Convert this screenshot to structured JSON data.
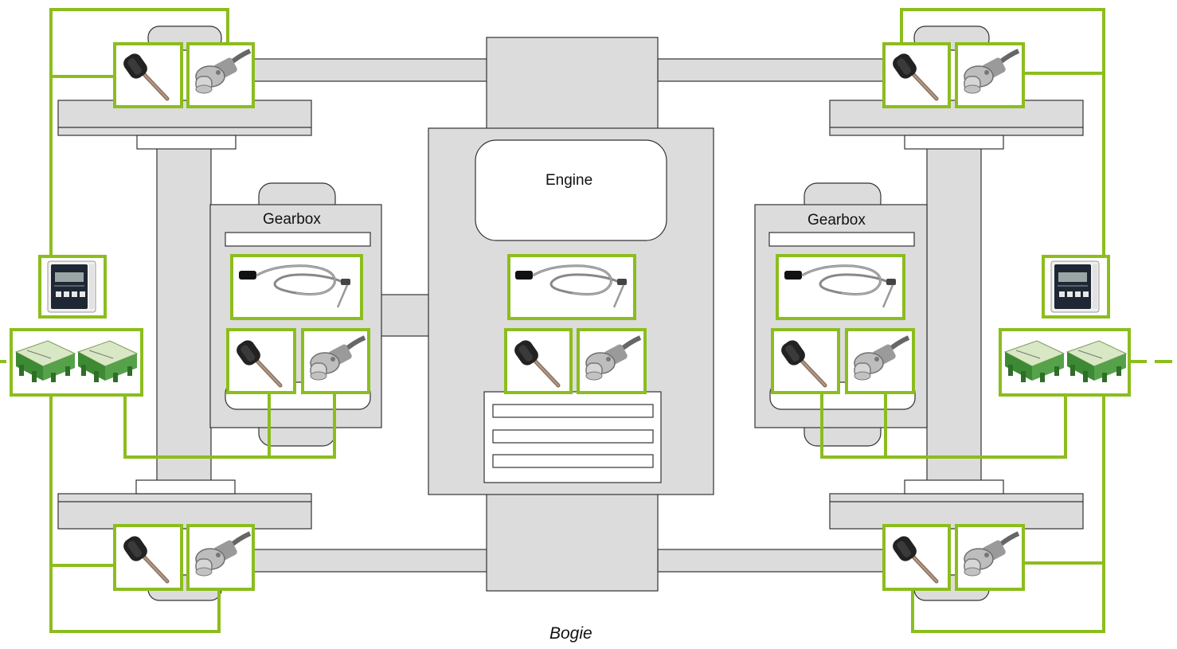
{
  "labels": {
    "engine": "Engine",
    "gearbox_left": "Gearbox",
    "gearbox_right": "Gearbox",
    "caption": "Bogie"
  },
  "colors": {
    "part_fill": "#dcdcdc",
    "outline": "#333333",
    "sensor_frame": "#8cbd1e",
    "background": "#ffffff"
  },
  "sensors": {
    "left_top_axle": [
      "temperature-probe",
      "speed-sensor"
    ],
    "left_bottom_axle": [
      "temperature-probe",
      "speed-sensor"
    ],
    "right_top_axle": [
      "temperature-probe",
      "speed-sensor"
    ],
    "right_bottom_axle": [
      "temperature-probe",
      "speed-sensor"
    ],
    "left_gearbox": [
      "cable-temperature-sensor",
      "temperature-probe",
      "speed-sensor"
    ],
    "engine": [
      "cable-temperature-sensor",
      "temperature-probe",
      "speed-sensor"
    ],
    "right_gearbox": [
      "cable-temperature-sensor",
      "temperature-probe",
      "speed-sensor"
    ],
    "left_side": [
      "display-unit",
      "signal-module",
      "signal-module"
    ],
    "right_side": [
      "display-unit",
      "signal-module",
      "signal-module"
    ]
  }
}
